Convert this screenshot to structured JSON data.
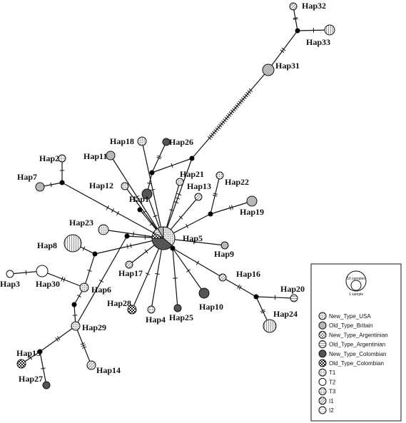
{
  "colors": {
    "new_type_usa": "#d6d6d6",
    "old_type_britain": "#b8b8b8",
    "new_type_argentinian": "#ffffff",
    "old_type_argentinian": "#dcdcdc",
    "new_type_colombian": "#555555",
    "old_type_colombian": "#ffffff",
    "median": "#000000"
  },
  "haplotypes": [
    {
      "label": "Hap1"
    },
    {
      "label": "Hap2"
    },
    {
      "label": "Hap3"
    },
    {
      "label": "Hap4"
    },
    {
      "label": "Hap5"
    },
    {
      "label": "Hap6"
    },
    {
      "label": "Hap7"
    },
    {
      "label": "Hap8"
    },
    {
      "label": "Hap9"
    },
    {
      "label": "Hap10"
    },
    {
      "label": "Hap11"
    },
    {
      "label": "Hap12"
    },
    {
      "label": "Hap13"
    },
    {
      "label": "Hap14"
    },
    {
      "label": "Hap15"
    },
    {
      "label": "Hap16"
    },
    {
      "label": "Hap17"
    },
    {
      "label": "Hap18"
    },
    {
      "label": "Hap19"
    },
    {
      "label": "Hap20"
    },
    {
      "label": "Hap21"
    },
    {
      "label": "Hap22"
    },
    {
      "label": "Hap23"
    },
    {
      "label": "Hap24"
    },
    {
      "label": "Hap25"
    },
    {
      "label": "Hap26"
    },
    {
      "label": "Hap27"
    },
    {
      "label": "Hap28"
    },
    {
      "label": "Hap29"
    },
    {
      "label": "Hap30"
    },
    {
      "label": "Hap31"
    },
    {
      "label": "Hap32"
    },
    {
      "label": "Hap33"
    }
  ],
  "legend": {
    "size_large": "10 samples",
    "size_small": "1 sample",
    "items": [
      {
        "label": "New_Type_USA",
        "pattern": "dots"
      },
      {
        "label": "Old_Type_Britain",
        "pattern": "gray"
      },
      {
        "label": "New_Type_Argentinian",
        "pattern": "cross"
      },
      {
        "label": "Old_Type_Argentinian",
        "pattern": "hlines"
      },
      {
        "label": "New_Type_Colombian",
        "pattern": "dark"
      },
      {
        "label": "Old_Type_Colombian",
        "pattern": "checker"
      },
      {
        "label": "T1",
        "pattern": "plus"
      },
      {
        "label": "T2",
        "pattern": "white"
      },
      {
        "label": "T3",
        "pattern": "grid"
      },
      {
        "label": "I1",
        "pattern": "diag"
      },
      {
        "label": "I2",
        "pattern": "hstripe"
      }
    ]
  }
}
